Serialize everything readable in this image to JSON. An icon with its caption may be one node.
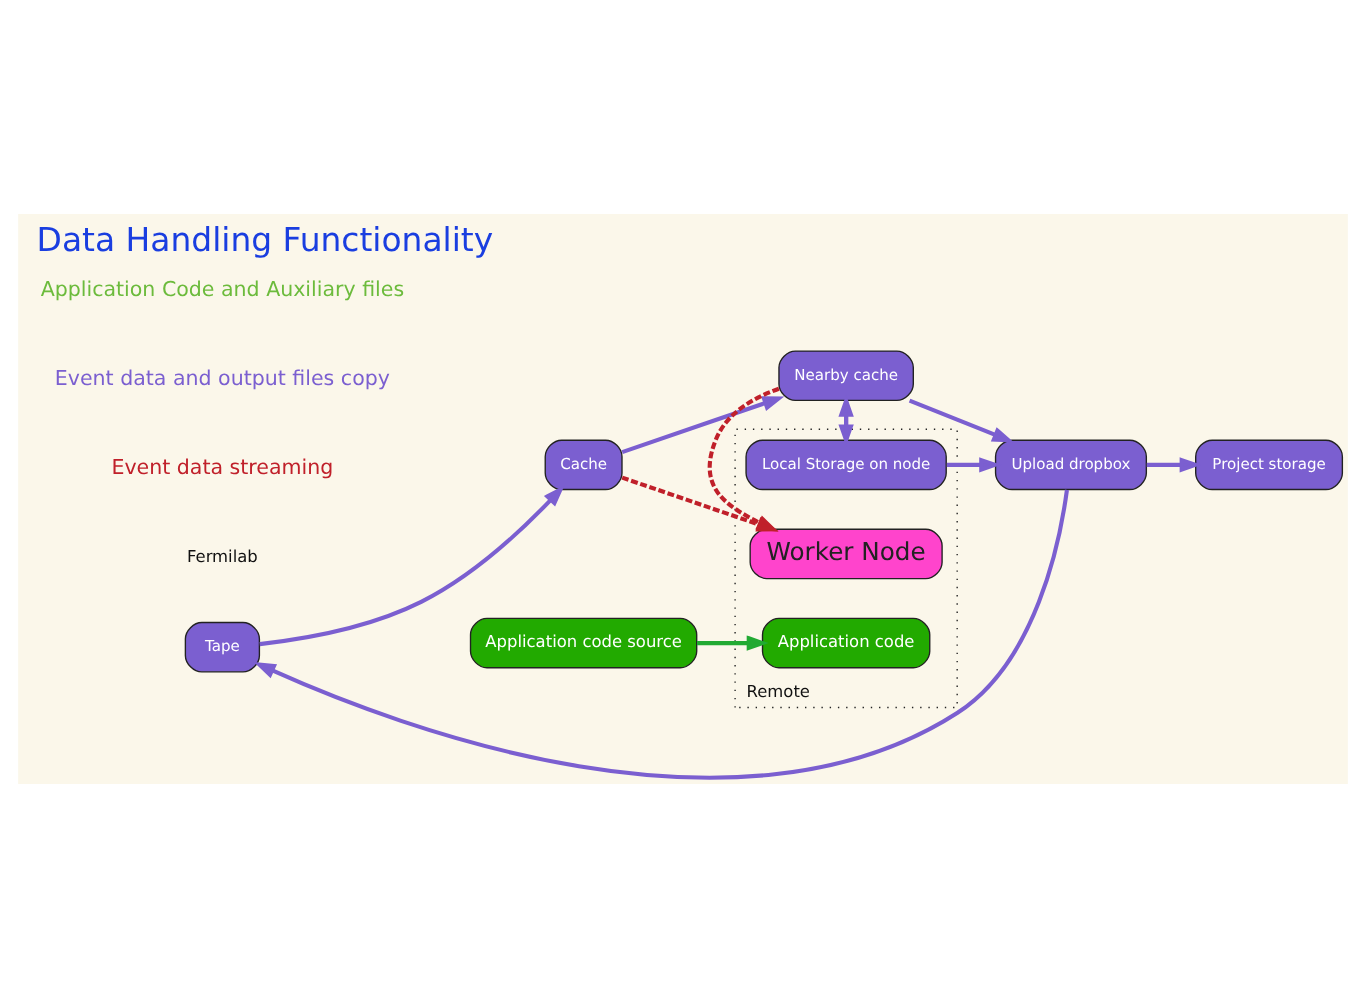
{
  "diagram": {
    "title": "Data Handling Functionality",
    "nodes": [
      {
        "text": [
          "Tape"
        ]
      },
      {
        "text": [
          "Cache"
        ]
      },
      {
        "text": [
          "Nearby cache"
        ]
      },
      {
        "text": [
          "Remote"
        ]
      },
      {
        "text": [
          "Local Storage on node"
        ],
        "in": 3
      },
      {
        "text": [
          "Worker Node"
        ],
        "in": 3
      },
      {
        "text": [
          "Application code"
        ],
        "in": 3
      },
      {
        "text": [
          "Upload dropbox"
        ]
      },
      {
        "text": [
          "Project storage"
        ]
      },
      {
        "text": [
          "Application code source"
        ]
      }
    ],
    "edges": [
      {
        "from": 0,
        "to": 1,
        "arrow": "to"
      },
      {
        "from": 1,
        "to": 2,
        "arrow": "to"
      },
      {
        "from": 2,
        "to": 4,
        "arrow": "to"
      },
      {
        "from": 4,
        "to": 2,
        "arrow": "to"
      },
      {
        "from": 2,
        "to": 7,
        "arrow": "to"
      },
      {
        "from": 4,
        "to": 7,
        "arrow": "to"
      },
      {
        "from": 7,
        "to": 0,
        "arrow": "to"
      },
      {
        "from": 7,
        "to": 8,
        "arrow": "to"
      },
      {
        "from": 1,
        "to": 5,
        "arrow": "to",
        "style": "dashed",
        "color": "#c0202a"
      },
      {
        "from": 2,
        "to": 5,
        "arrow": "to",
        "style": "dashed",
        "color": "#c0202a"
      },
      {
        "from": 9,
        "to": 6,
        "arrow": "to",
        "color": "#22aa33"
      }
    ],
    "labels": [
      "Fermilab"
    ],
    "legend": [
      {
        "text": "Application Code and Auxiliary files"
      },
      {
        "text": "Event data and output files copy"
      },
      {
        "text": "Event data streaming"
      }
    ]
  }
}
